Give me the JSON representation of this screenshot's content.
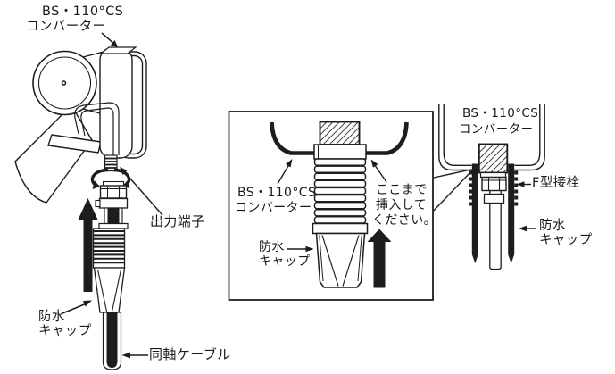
{
  "figure": {
    "left": {
      "converter_line1": "BS・110°CS",
      "converter_line2": "コンバーター",
      "output_terminal": "出力端子",
      "cap_line1": "防水",
      "cap_line2": "キャップ",
      "coaxial_cable": "同軸ケーブル"
    },
    "inset": {
      "converter_line1": "BS・110°CS",
      "converter_line2": "コンバーター",
      "insert_line1": "ここまで",
      "insert_line2": "挿入して",
      "insert_line3": "ください。",
      "cap_line1": "防水",
      "cap_line2": "キャップ"
    },
    "right": {
      "converter_line1": "BS・110°CS",
      "converter_line2": "コンバーター",
      "f_connector": "F型接栓",
      "cap_line1": "防水",
      "cap_line2": "キャップ"
    },
    "colors": {
      "ink": "#1d1d1b",
      "background": "#ffffff"
    }
  }
}
